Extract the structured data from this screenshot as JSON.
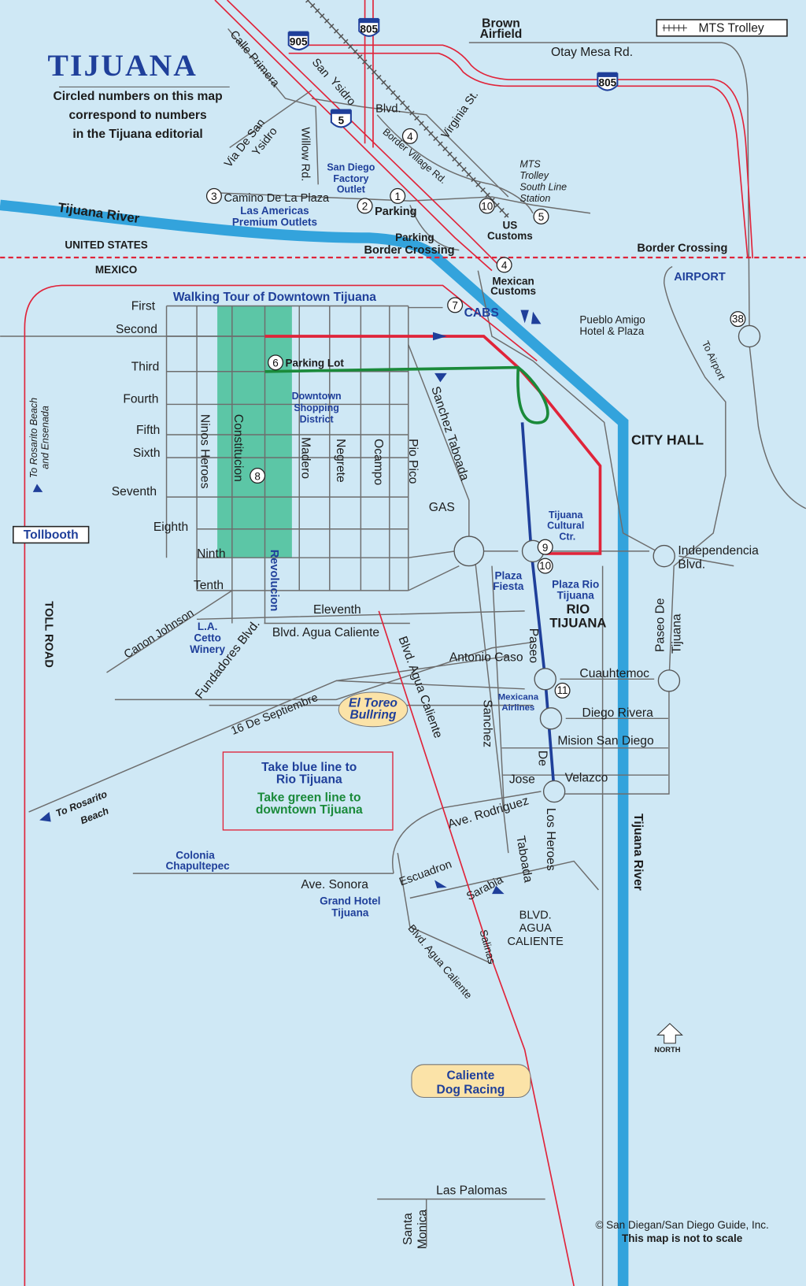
{
  "header": {
    "title": "TIJUANA",
    "subtitle": [
      "Circled numbers on this map",
      "correspond to numbers",
      "in the Tijuana editorial"
    ]
  },
  "legend": {
    "label": "MTS Trolley",
    "icon": "trolley-track-icon"
  },
  "shields": [
    "905",
    "805",
    "805",
    "5"
  ],
  "regions": {
    "us": "UNITED STATES",
    "mexico": "MEXICO",
    "border_left": "Border Crossing",
    "border_right": "Border Crossing",
    "parking_top": "Parking"
  },
  "places": {
    "brown_airfield": [
      "Brown",
      "Airfield"
    ],
    "sd_factory": [
      "San Diego",
      "Factory",
      "Outlet"
    ],
    "las_americas": [
      "Las Americas",
      "Premium Outlets"
    ],
    "mts_station": [
      "MTS",
      "Trolley",
      "South Line",
      "Station"
    ],
    "us_customs": [
      "US",
      "Customs"
    ],
    "mexican_customs": [
      "Mexican",
      "Customs"
    ],
    "airport": "AIRPORT",
    "cabs": "CABS",
    "pueblo_amigo": [
      "Pueblo Amigo",
      "Hotel & Plaza"
    ],
    "city_hall": "CITY HALL",
    "walking_tour": "Walking Tour of Downtown Tijuana",
    "parking_lot": "Parking Lot",
    "downtown_shopping": [
      "Downtown",
      "Shopping",
      "District"
    ],
    "cultural_ctr": [
      "Tijuana",
      "Cultural",
      "Ctr."
    ],
    "plaza_fiesta": [
      "Plaza",
      "Fiesta"
    ],
    "plaza_rio": [
      "Plaza Rio",
      "Tijuana"
    ],
    "rio_tijuana": [
      "RIO",
      "TIJUANA"
    ],
    "la_cetto": [
      "L.A.",
      "Cetto",
      "Winery"
    ],
    "mexicana": [
      "Mexicana",
      "Airlines"
    ],
    "toreo": [
      "El Toreo",
      "Bullring"
    ],
    "colonia": [
      "Colonia",
      "Chapultepec"
    ],
    "grand_hotel": [
      "Grand Hotel",
      "Tijuana"
    ],
    "blvd_agua_caliente_area": [
      "BLVD.",
      "AGUA",
      "CALIENTE"
    ],
    "caliente": [
      "Caliente",
      "Dog Racing"
    ],
    "gas": "GAS",
    "tollbooth": "Tollbooth",
    "toll_road": "TOLL ROAD",
    "north": "NORTH",
    "tijuana_river_top": "Tijuana River",
    "tijuana_river_side": "Tijuana River"
  },
  "streets": {
    "otay": "Otay Mesa Rd.",
    "calle_primera": "Calle Primera",
    "san_ysidro_blvd": [
      "San",
      "Ysidro",
      "Blvd."
    ],
    "virginia": "Virginia St.",
    "border_village": "Border Village Rd.",
    "via_de_san_ysidro": [
      "Via De San",
      "Ysidro"
    ],
    "willow": "Willow Rd.",
    "camino": "Camino De La Plaza",
    "parking": "Parking",
    "first": "First",
    "second": "Second",
    "third": "Third",
    "fourth": "Fourth",
    "fifth": "Fifth",
    "sixth": "Sixth",
    "seventh": "Seventh",
    "eighth": "Eighth",
    "ninth": "Ninth",
    "tenth": "Tenth",
    "eleventh": "Eleventh",
    "ninos": "Ninos Heroes",
    "constitucion": "Constitucion",
    "madero": "Madero",
    "negrete": "Negrete",
    "ocampo": "Ocampo",
    "pio_pico": "Pio Pico",
    "sanchez_taboada": "Sanchez Taboada",
    "revolucion": "Revolucion",
    "independencia": [
      "Independencia",
      "Blvd."
    ],
    "to_airport": "To Airport",
    "paseo_de_tijuana": [
      "Paseo De",
      "Tijuana"
    ],
    "canon_johnson": "Canon Johnson",
    "blvd_agua_caliente": "Blvd. Agua Caliente",
    "blvd_agua_caliente_2": "Blvd. Agua Caliente",
    "fundadores": "Fundadores Blvd.",
    "antonio_caso": "Antonio Caso",
    "cuauhtemoc": "Cuauhtemoc",
    "paseo": "Paseo",
    "sanchez": "Sanchez",
    "de": "De",
    "diego_rivera": "Diego Rivera",
    "mision": "Mision San Diego",
    "jose": "Jose",
    "velazco": "Velazco",
    "septiembre": "16 De Septiembre",
    "rosarito_beach": [
      "To Rosarito",
      "Beach"
    ],
    "rosarito_ensenada": [
      "To Rosarito Beach",
      "and Ensenada"
    ],
    "rodriguez": "Ave. Rodriguez",
    "los_heroes": "Los Heroes",
    "taboada": "Taboada",
    "escuadron": "Escuadron",
    "sarabia": "Sarabia",
    "sonora": "Ave. Sonora",
    "blvd_agua_caliente_3": "Blvd. Agua Caliente",
    "salinas": "Salinas",
    "las_palomas": "Las Palomas",
    "santa_monica": [
      "Santa",
      "Monica"
    ]
  },
  "route_box": {
    "blue_line": [
      "Take blue line to",
      "Rio Tijuana"
    ],
    "green_line": [
      "Take green line to",
      "downtown Tijuana"
    ]
  },
  "markers": [
    "1",
    "2",
    "3",
    "4",
    "4",
    "5",
    "6",
    "7",
    "8",
    "9",
    "10",
    "10",
    "11",
    "38"
  ],
  "footer": {
    "copyright": "© San Diegan/San Diego Guide, Inc.",
    "scale_note": "This map is not to scale"
  },
  "colors": {
    "water": "#cfe8f5",
    "river": "#33a3dc",
    "freeway": "#e0243a",
    "blue_route": "#1f3f9a",
    "green_route": "#1a8a3a",
    "walking_area": "#5cc6a6"
  }
}
